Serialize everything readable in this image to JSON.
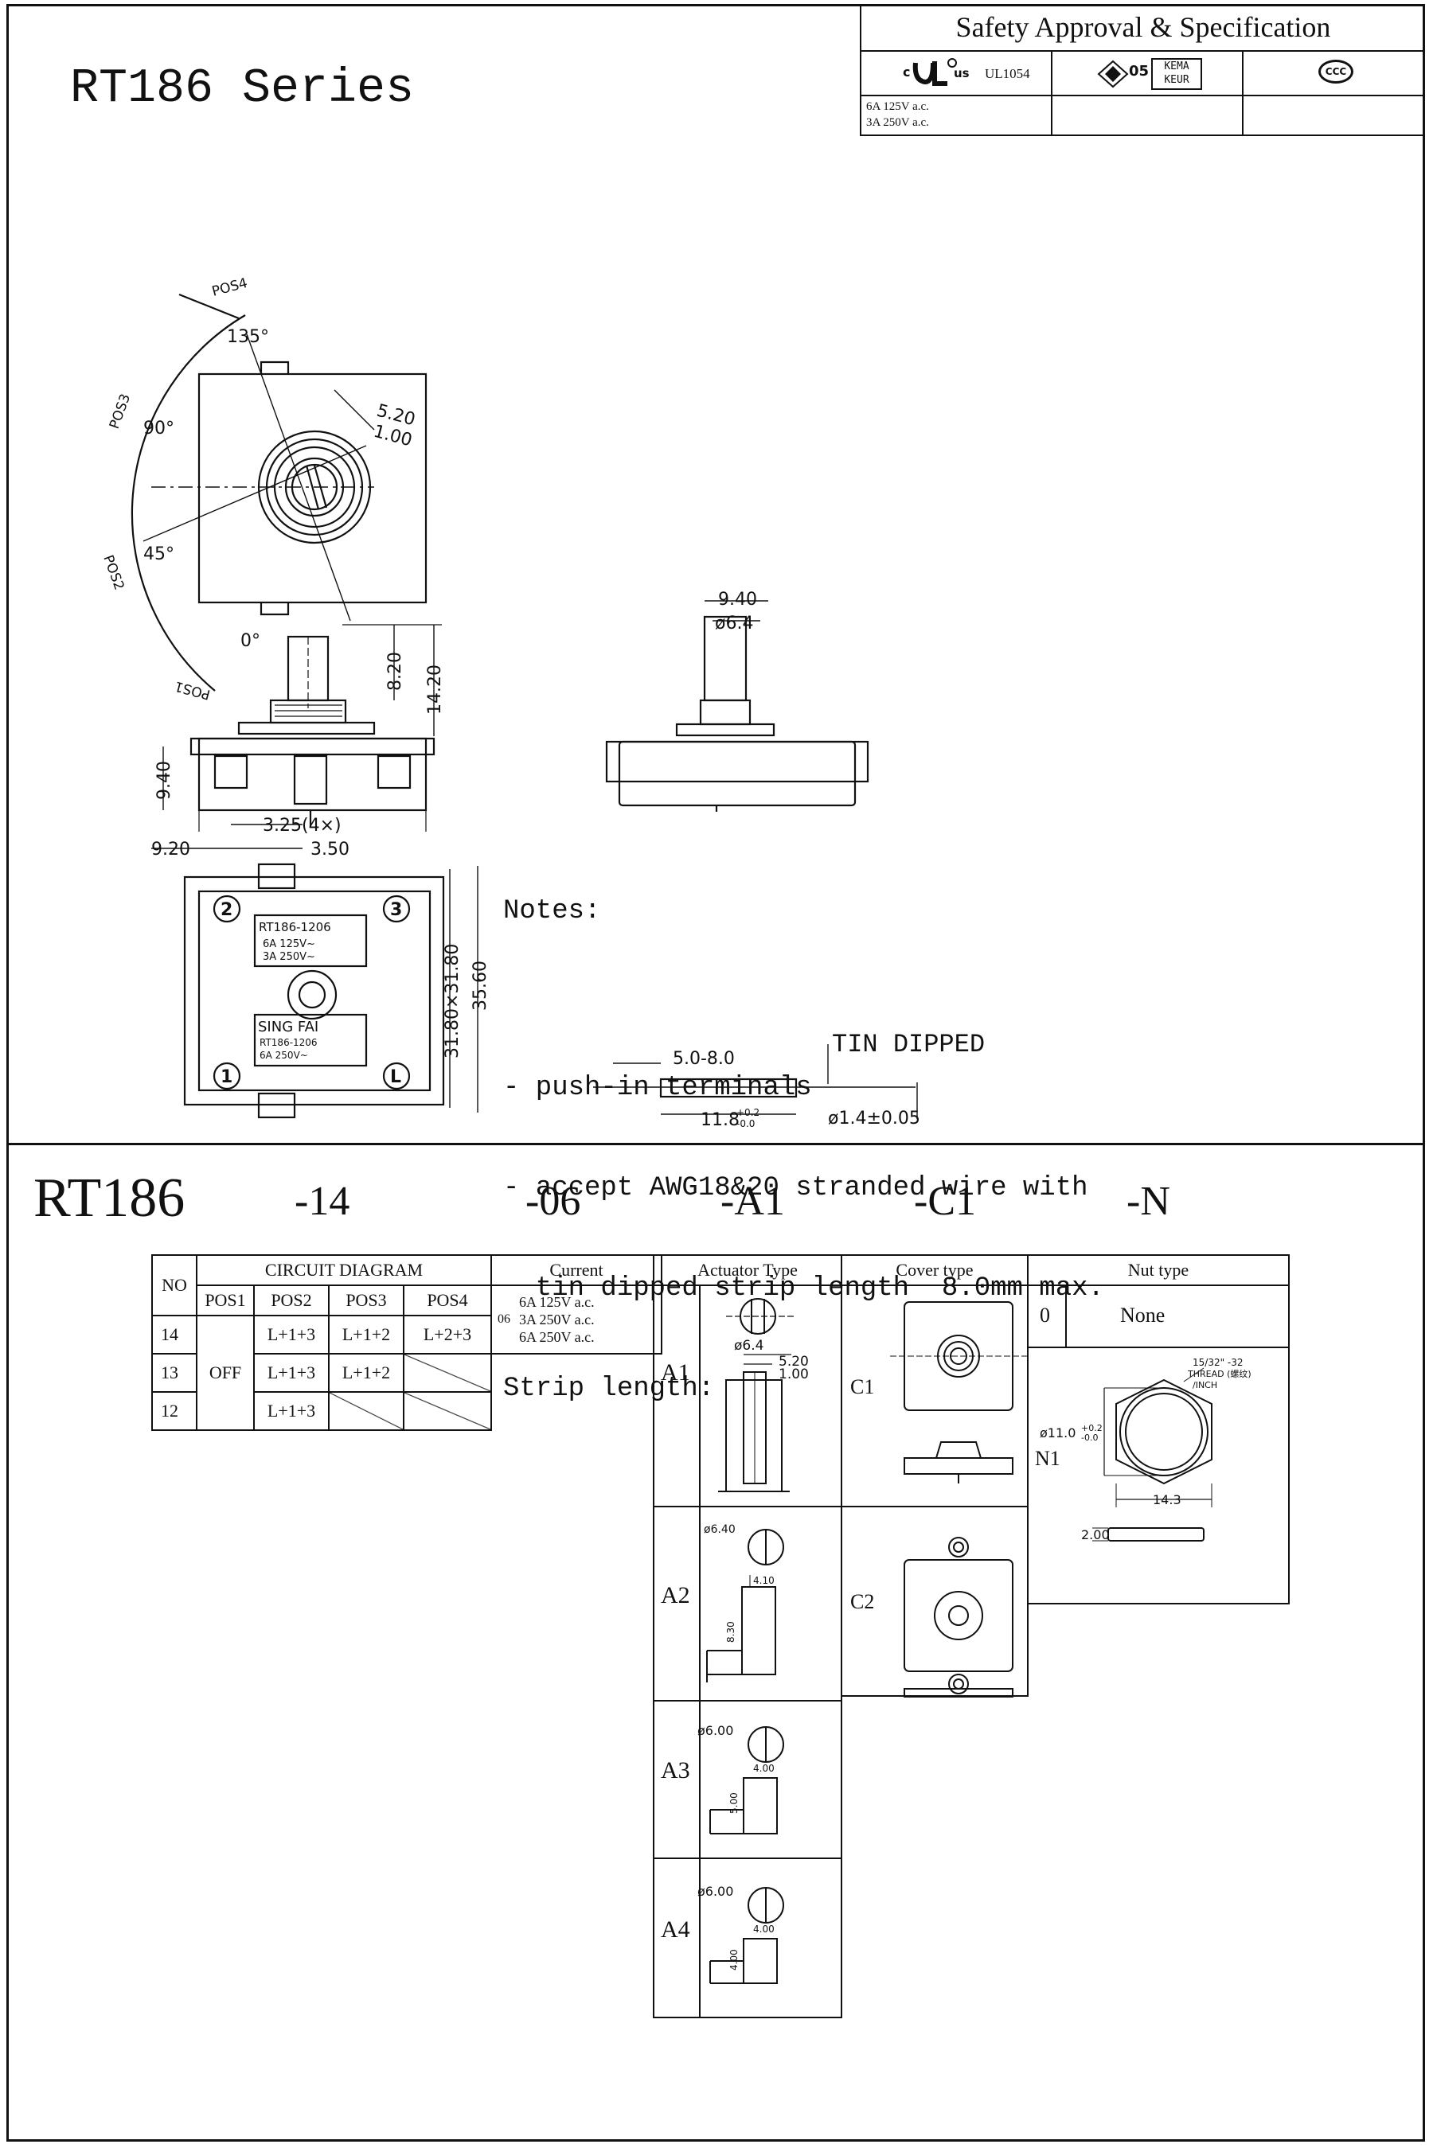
{
  "title": "RT186 Series",
  "approval": {
    "heading": "Safety Approval & Specification",
    "ul_c": "c",
    "ul_us": "us",
    "ul_code": "UL1054",
    "enec_num": "05",
    "kema_line1": "KEMA",
    "kema_line2": "KEUR",
    "ccc": "CCC",
    "rating_line1": "6A 125V a.c.",
    "rating_line2": "3A 250V a.c."
  },
  "drawing": {
    "pos_labels": [
      "POS4",
      "POS3",
      "POS2",
      "POS1"
    ],
    "angles": [
      "135°",
      "90°",
      "45°",
      "0°"
    ],
    "dim_5_20": "5.20",
    "dim_1_00": "1.00",
    "dim_8_20": "8.20",
    "dim_14_20": "14.20",
    "dim_9_40_left": "9.40",
    "dim_3_25": "3.25(4×)",
    "dim_9_40_top": "9.40",
    "dim_6_4": "ø6.4",
    "dim_9_20": "9.20",
    "dim_3_50": "3.50",
    "dim_31_80": "31.80×31.80",
    "dim_35_60": "35.60",
    "terminals": [
      "2",
      "3",
      "1",
      "L"
    ],
    "label_top_line1": "RT186-1206",
    "label_top_line2": "6A 125V~",
    "label_top_line3": "3A 250V~",
    "label_bottom_brand": "SING FAI",
    "label_bottom_line1": "RT186-1206",
    "label_bottom_line2": "6A 250V~"
  },
  "notes": {
    "heading": "Notes:",
    "line1": "- push-in terminals",
    "line2": "- accept AWG18&20 stranded wire with",
    "line3": "  tin dipped strip length  8.0mm max.",
    "strip_heading": "Strip length:",
    "tin_dipped": "TIN DIPPED",
    "dim_5_8": "5.0-8.0",
    "dim_11_8": "11.8",
    "dim_11_8_tol_plus": "+0.2",
    "dim_11_8_tol_minus": "-0.0",
    "dim_1_4": "ø1.4±0.05"
  },
  "part_code": {
    "base": "RT186",
    "segments": [
      "-14",
      "-06",
      "-A1",
      "-C1",
      "-N"
    ]
  },
  "circuit_table": {
    "no_header": "NO",
    "diagram_header": "CIRCUIT DIAGRAM",
    "current_header": "Current",
    "pos_headers": [
      "POS1",
      "POS2",
      "POS3",
      "POS4"
    ],
    "current_code": "06",
    "current_lines": [
      "6A 125V a.c.",
      "3A 250V a.c.",
      "6A 250V a.c."
    ],
    "off_label": "OFF",
    "rows": [
      {
        "no": "14",
        "pos2": "L+1+3",
        "pos3": "L+1+2",
        "pos4": "L+2+3"
      },
      {
        "no": "13",
        "pos2": "L+1+3",
        "pos3": "L+1+2",
        "pos4": ""
      },
      {
        "no": "12",
        "pos2": "L+1+3",
        "pos3": "",
        "pos4": ""
      }
    ]
  },
  "actuator": {
    "header": "Actuator Type",
    "types": [
      {
        "code": "A1",
        "dim_d": "ø6.4",
        "dim_w": "5.20",
        "dim_w2": "1.00"
      },
      {
        "code": "A2",
        "dim_d": "ø6.40",
        "dim_w": "4.10",
        "dim_h": "8.30"
      },
      {
        "code": "A3",
        "dim_d": "ø6.00",
        "dim_w": "4.00",
        "dim_h": "5.00"
      },
      {
        "code": "A4",
        "dim_d": "ø6.00",
        "dim_w": "4.00",
        "dim_h": "4.00"
      }
    ]
  },
  "cover": {
    "header": "Cover type",
    "types": [
      "C1",
      "C2"
    ]
  },
  "nut": {
    "header": "Nut type",
    "none_code": "0",
    "none_label": "None",
    "n1_code": "N1",
    "thread_line1": "15/32\" -32",
    "thread_line2": "THREAD (螺纹)",
    "thread_line3": "/INCH",
    "dim_dia": "ø11.0",
    "dim_dia_tol_plus": "+0.2",
    "dim_dia_tol_minus": "-0.0",
    "dim_width": "14.3",
    "dim_thick": "2.00"
  }
}
